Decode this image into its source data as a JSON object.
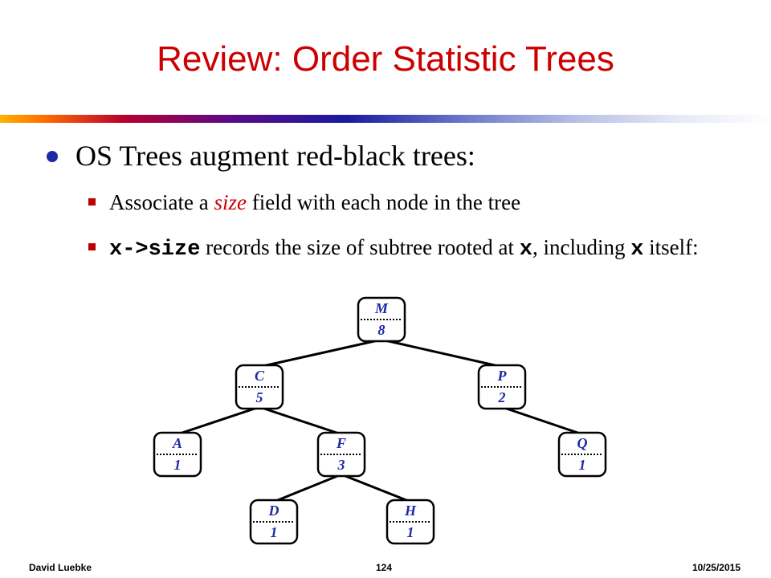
{
  "slide": {
    "title": "Review: Order Statistic Trees",
    "bullet1": "OS Trees augment red-black trees:",
    "sub1": {
      "prefix": "Associate a ",
      "emphasis": "size",
      "suffix": " field with each node in the tree"
    },
    "sub2": {
      "code1": "x->size",
      "mid1": " records the size of subtree rooted at ",
      "code2": "x",
      "mid2": ", including ",
      "code3": "x",
      "suffix": " itself:"
    }
  },
  "tree": {
    "node_text_color": "#1f2aa6",
    "nodes": [
      {
        "id": "M",
        "key": "M",
        "size": "8"
      },
      {
        "id": "C",
        "key": "C",
        "size": "5"
      },
      {
        "id": "P",
        "key": "P",
        "size": "2"
      },
      {
        "id": "A",
        "key": "A",
        "size": "1"
      },
      {
        "id": "F",
        "key": "F",
        "size": "3"
      },
      {
        "id": "Q",
        "key": "Q",
        "size": "1"
      },
      {
        "id": "D",
        "key": "D",
        "size": "1"
      },
      {
        "id": "H",
        "key": "H",
        "size": "1"
      }
    ],
    "edges": [
      [
        "M",
        "C"
      ],
      [
        "M",
        "P"
      ],
      [
        "C",
        "A"
      ],
      [
        "C",
        "F"
      ],
      [
        "P",
        "Q"
      ],
      [
        "F",
        "D"
      ],
      [
        "F",
        "H"
      ]
    ]
  },
  "footer": {
    "author": "David Luebke",
    "page": "124",
    "date": "10/25/2015"
  }
}
